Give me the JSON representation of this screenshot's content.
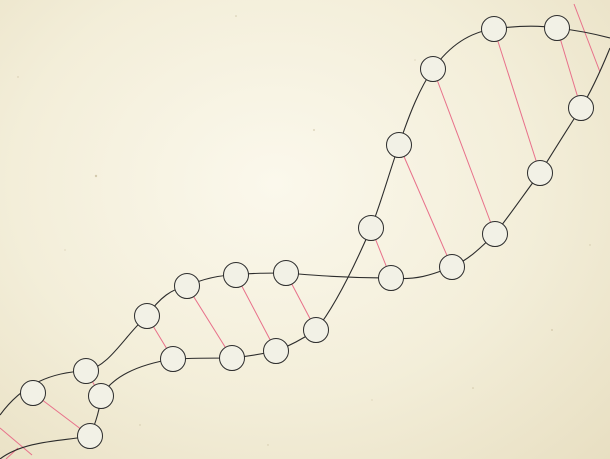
{
  "canvas": {
    "background": "#f3eed9",
    "texture": "aged-paper"
  },
  "colors": {
    "strand": "#2c2c2c",
    "node_fill": "#f2f1e6",
    "node_stroke": "#2c2c2c",
    "base_pair": "#e8708a"
  },
  "helix": {
    "node_count": 28,
    "base_pair_count": 14,
    "strand_count": 2
  }
}
